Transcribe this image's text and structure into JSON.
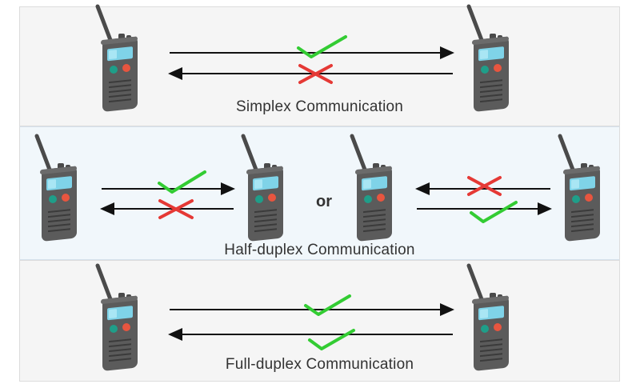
{
  "panels": {
    "simplex": {
      "caption": "Simplex Communication"
    },
    "half_duplex": {
      "caption": "Half-duplex Communication",
      "separator": "or"
    },
    "full_duplex": {
      "caption": "Full-duplex Communication"
    }
  },
  "colors": {
    "check": "#33cc33",
    "cross": "#e53935",
    "arrow": "#111111",
    "radio_body": "#5b5b5b",
    "radio_screen": "#7fd3e8",
    "button_left": "#1f9e89",
    "button_right": "#e8553f"
  },
  "icons": {
    "radio": "walkie-talkie-icon",
    "check": "checkmark-icon",
    "cross": "cross-icon",
    "arrow_right": "arrow-right-icon",
    "arrow_left": "arrow-left-icon"
  }
}
